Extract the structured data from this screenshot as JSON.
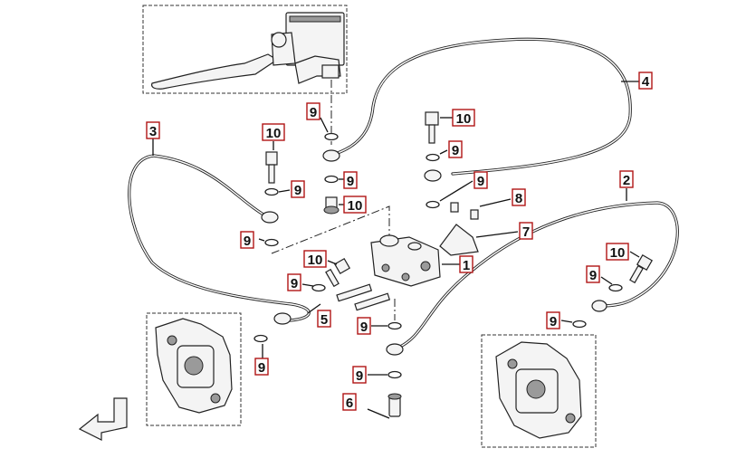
{
  "callouts": [
    {
      "id": "c1",
      "text": "1"
    },
    {
      "id": "c2",
      "text": "2"
    },
    {
      "id": "c3",
      "text": "3"
    },
    {
      "id": "c4",
      "text": "4"
    },
    {
      "id": "c5",
      "text": "5"
    },
    {
      "id": "c6",
      "text": "6"
    },
    {
      "id": "c7",
      "text": "7"
    },
    {
      "id": "c8",
      "text": "8"
    },
    {
      "id": "c9a",
      "text": "9"
    },
    {
      "id": "c9b",
      "text": "9"
    },
    {
      "id": "c9c",
      "text": "9"
    },
    {
      "id": "c9d",
      "text": "9"
    },
    {
      "id": "c9e",
      "text": "9"
    },
    {
      "id": "c9f",
      "text": "9"
    },
    {
      "id": "c9g",
      "text": "9"
    },
    {
      "id": "c9h",
      "text": "9"
    },
    {
      "id": "c9i",
      "text": "9"
    },
    {
      "id": "c9j",
      "text": "9"
    },
    {
      "id": "c9k",
      "text": "9"
    },
    {
      "id": "c9l",
      "text": "9"
    },
    {
      "id": "c10a",
      "text": "10"
    },
    {
      "id": "c10b",
      "text": "10"
    },
    {
      "id": "c10c",
      "text": "10"
    },
    {
      "id": "c10d",
      "text": "10"
    },
    {
      "id": "c10e",
      "text": "10"
    }
  ],
  "colors": {
    "callout_border": "#b01515",
    "line": "#222222"
  }
}
